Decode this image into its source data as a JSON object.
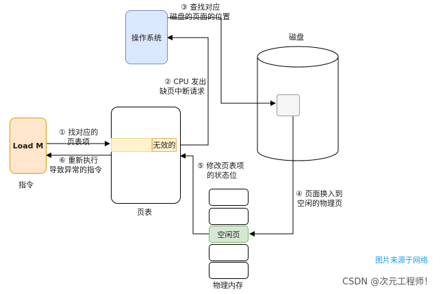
{
  "nodes": {
    "os": "操作系统",
    "disk": "磁盘",
    "load": "Load M",
    "instruction_caption": "指令",
    "page_table_caption": "页表",
    "invalid_entry": "无效的",
    "free_page": "空闲页",
    "memory_caption": "物理内存"
  },
  "steps": {
    "s1": [
      "① 找对应的",
      "页表项"
    ],
    "s2": [
      "② CPU 发出",
      "缺页中断请求"
    ],
    "s3": [
      "③ 查找对应",
      "磁盘的页面的位置"
    ],
    "s4": [
      "④ 页面换入到",
      "空闲的物理页"
    ],
    "s5": [
      "⑤ 修改页表项",
      "的状态位"
    ],
    "s6": [
      "⑥ 重新执行",
      "导致异常的指令"
    ]
  },
  "footer": {
    "credit": "图片来源于网络",
    "watermark": "CSDN @次元工程师！"
  },
  "colors": {
    "os_fill": "#dae8fc",
    "instruction_fill": "#ffe6cc",
    "page_entry_fill": "#fff2cc",
    "free_page_fill": "#d5e8d4",
    "credit_text": "#1ba1e2"
  }
}
